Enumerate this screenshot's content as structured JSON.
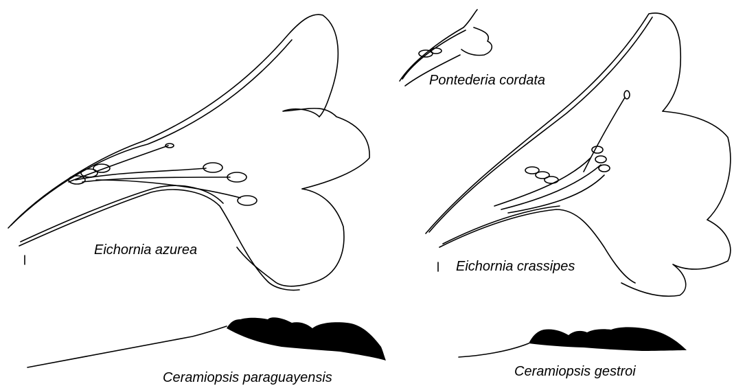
{
  "labels": {
    "eichornia_azurea": "Eichornia azurea",
    "pontederia_cordata": "Pontederia cordata",
    "eichornia_crassipes": "Eichornia crassipes",
    "ceramiopsis_paraguayensis": "Ceramiopsis paraguayensis",
    "ceramiopsis_gestroi": "Ceramiopsis gestroi"
  },
  "colors": {
    "ink": "#000000",
    "background": "#ffffff"
  }
}
